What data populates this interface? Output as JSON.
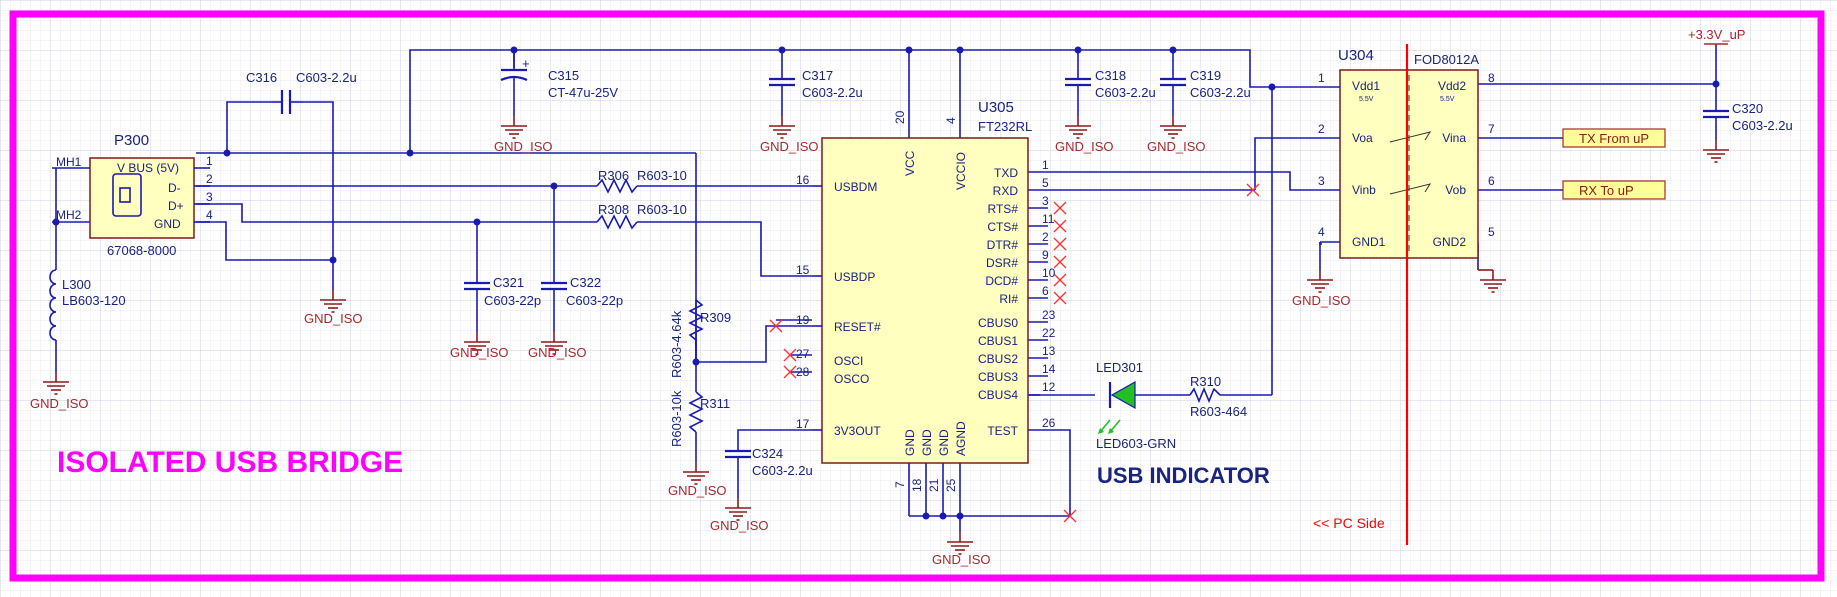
{
  "colors": {
    "frame": "#ff00ff",
    "wire": "#1a1ab0",
    "part_fill": "#ffffc0",
    "ground": "#a52a2a",
    "pcside": "#ff0000",
    "led": "#22c022"
  },
  "labels": {
    "title": "ISOLATED USB BRIDGE",
    "usb_indicator": "USB INDICATOR",
    "pc_side": "<< PC Side",
    "port_tx": "TX From uP",
    "port_rx": "RX To uP",
    "power": "+3.3V_uP",
    "gnd": "GND_ISO"
  },
  "p300": {
    "ref": "P300",
    "value": "67068-8000",
    "mh1": "MH1",
    "mh2": "MH2",
    "pins": [
      {
        "num": "1",
        "name": "V BUS (5V)"
      },
      {
        "num": "2",
        "name": "D-"
      },
      {
        "num": "3",
        "name": "D+"
      },
      {
        "num": "4",
        "name": "GND"
      }
    ]
  },
  "u305": {
    "ref": "U305",
    "value": "FT232RL",
    "top_pins": [
      {
        "num": "20",
        "name": "VCC"
      },
      {
        "num": "4",
        "name": "VCCIO"
      }
    ],
    "left_pins": [
      {
        "num": "16",
        "name": "USBDM"
      },
      {
        "num": "15",
        "name": "USBDP"
      },
      {
        "num": "19",
        "name": "RESET#"
      },
      {
        "num": "27",
        "name": "OSCI"
      },
      {
        "num": "28",
        "name": "OSCO"
      },
      {
        "num": "17",
        "name": "3V3OUT"
      }
    ],
    "right_pins": [
      {
        "num": "1",
        "name": "TXD"
      },
      {
        "num": "5",
        "name": "RXD"
      },
      {
        "num": "3",
        "name": "RTS#"
      },
      {
        "num": "11",
        "name": "CTS#"
      },
      {
        "num": "2",
        "name": "DTR#"
      },
      {
        "num": "9",
        "name": "DSR#"
      },
      {
        "num": "10",
        "name": "DCD#"
      },
      {
        "num": "6",
        "name": "RI#"
      },
      {
        "num": "23",
        "name": "CBUS0"
      },
      {
        "num": "22",
        "name": "CBUS1"
      },
      {
        "num": "13",
        "name": "CBUS2"
      },
      {
        "num": "14",
        "name": "CBUS3"
      },
      {
        "num": "12",
        "name": "CBUS4"
      },
      {
        "num": "26",
        "name": "TEST"
      }
    ],
    "bottom_pins": [
      {
        "num": "7",
        "name": "GND"
      },
      {
        "num": "18",
        "name": "GND"
      },
      {
        "num": "21",
        "name": "GND"
      },
      {
        "num": "25",
        "name": "AGND"
      }
    ]
  },
  "u304": {
    "ref": "U304",
    "value": "FOD8012A",
    "rating": "5.5V",
    "left_pins": [
      {
        "num": "1",
        "name": "Vdd1"
      },
      {
        "num": "2",
        "name": "Voa"
      },
      {
        "num": "3",
        "name": "Vinb"
      },
      {
        "num": "4",
        "name": "GND1"
      }
    ],
    "right_pins": [
      {
        "num": "8",
        "name": "Vdd2"
      },
      {
        "num": "7",
        "name": "Vina"
      },
      {
        "num": "6",
        "name": "Vob"
      },
      {
        "num": "5",
        "name": "GND2"
      }
    ]
  },
  "parts": {
    "c316": {
      "ref": "C316",
      "value": "C603-2.2u"
    },
    "c315": {
      "ref": "C315",
      "value": "CT-47u-25V"
    },
    "c317": {
      "ref": "C317",
      "value": "C603-2.2u"
    },
    "c318": {
      "ref": "C318",
      "value": "C603-2.2u"
    },
    "c319": {
      "ref": "C319",
      "value": "C603-2.2u"
    },
    "c320": {
      "ref": "C320",
      "value": "C603-2.2u"
    },
    "c321": {
      "ref": "C321",
      "value": "C603-22p"
    },
    "c322": {
      "ref": "C322",
      "value": "C603-22p"
    },
    "c324": {
      "ref": "C324",
      "value": "C603-2.2u"
    },
    "r306": {
      "ref": "R306",
      "value": "R603-10"
    },
    "r308": {
      "ref": "R308",
      "value": "R603-10"
    },
    "r309": {
      "ref": "R309",
      "value": "R603-4.64k"
    },
    "r311": {
      "ref": "R311",
      "value": "R603-10k"
    },
    "r310": {
      "ref": "R310",
      "value": "R603-464"
    },
    "l300": {
      "ref": "L300",
      "value": "LB603-120"
    },
    "led301": {
      "ref": "LED301",
      "value": "LED603-GRN"
    }
  }
}
